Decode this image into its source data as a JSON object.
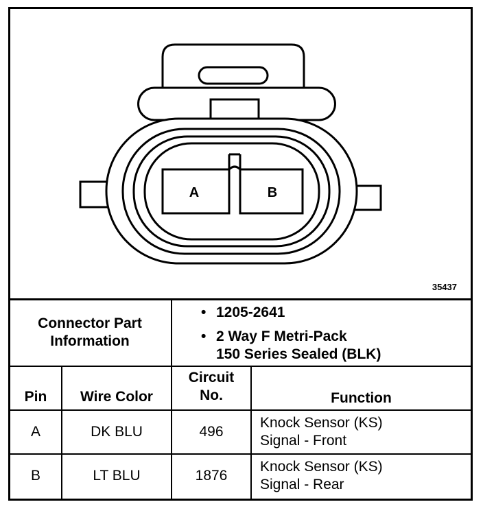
{
  "figure": {
    "pin_a_label": "A",
    "pin_b_label": "B",
    "figure_number": "35437"
  },
  "part_info": {
    "label": "Connector Part Information",
    "part_number": "1205-2641",
    "description_line1": "2 Way F Metri-Pack",
    "description_line2": "150 Series Sealed (BLK)"
  },
  "table": {
    "headers": {
      "pin": "Pin",
      "wire_color": "Wire Color",
      "circuit_line1": "Circuit",
      "circuit_line2": "No.",
      "function": "Function"
    },
    "rows": [
      {
        "pin": "A",
        "wire_color": "DK BLU",
        "circuit": "496",
        "function_line1": "Knock Sensor (KS)",
        "function_line2": "Signal - Front"
      },
      {
        "pin": "B",
        "wire_color": "LT BLU",
        "circuit": "1876",
        "function_line1": "Knock Sensor (KS)",
        "function_line2": "Signal - Rear"
      }
    ]
  }
}
